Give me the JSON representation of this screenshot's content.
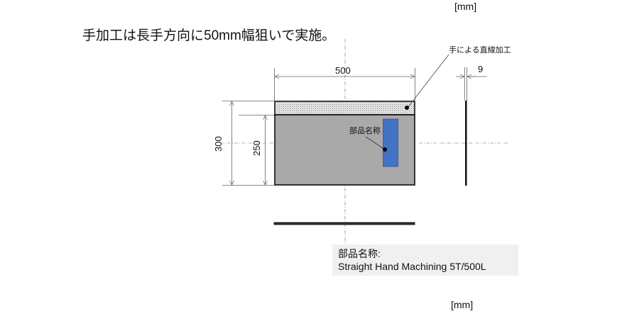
{
  "header": {
    "unit_top": "[mm]",
    "instruction": "手加工は長手方向に50mm幅狙いで実施。"
  },
  "drawing": {
    "callout_hand_machining": "手による直線加工",
    "callout_part_name": "部品名称",
    "dimensions": {
      "width": "500",
      "height_total": "300",
      "height_body": "250",
      "thickness": "9"
    },
    "colors": {
      "body_fill": "#a9a9a9",
      "hatched_strip_bg": "#e8e8e8",
      "label_fill": "#4472c4",
      "outline": "#000000",
      "center_line": "#888888"
    }
  },
  "info_box": {
    "label": "部品名称:",
    "value": "Straight Hand Machining 5T/500L"
  },
  "footer": {
    "unit_bottom": "[mm]"
  }
}
